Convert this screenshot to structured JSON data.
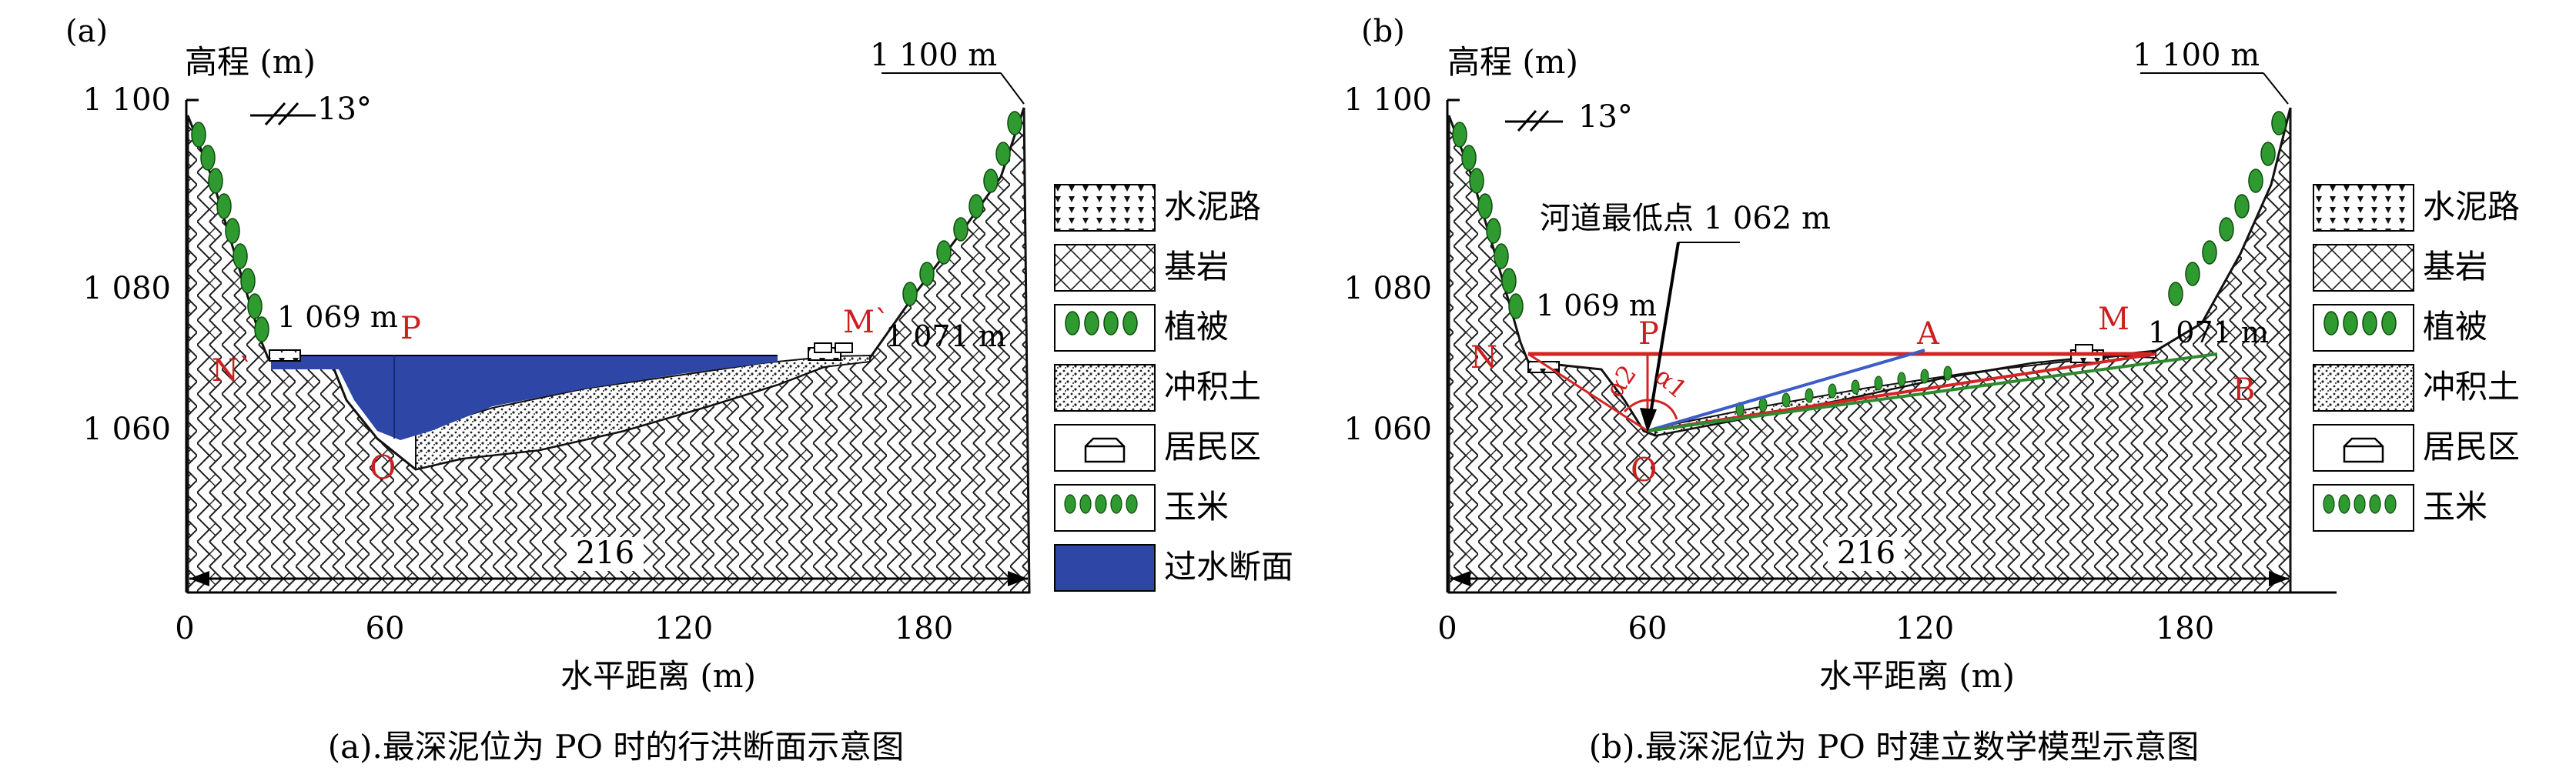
{
  "panels": [
    {
      "tag": "(a)",
      "y_axis_label": "高程 (m)",
      "y_ticks": [
        "1 100",
        "1 080",
        "1 060"
      ],
      "x_ticks": [
        "0",
        "60",
        "120",
        "180"
      ],
      "x_axis_label": "水平距离 (m)",
      "dip": "13°",
      "top_right_elev": "1 100 m",
      "left_bank_elev": "1 069 m",
      "right_bank_elev": "1 071 m",
      "width_label": "216",
      "points": {
        "N": "N`",
        "P": "P",
        "M": "M`",
        "O": "O"
      },
      "caption": "(a).最深泥位为 PO 时的行洪断面示意图",
      "legend": [
        "水泥路",
        "基岩",
        "植被",
        "冲积土",
        "居民区",
        "玉米",
        "过水断面"
      ]
    },
    {
      "tag": "(b)",
      "y_axis_label": "高程 (m)",
      "y_ticks": [
        "1 100",
        "1 080",
        "1 060"
      ],
      "x_ticks": [
        "0",
        "60",
        "120",
        "180"
      ],
      "x_axis_label": "水平距离 (m)",
      "dip": "13°",
      "top_right_elev": "1 100 m",
      "left_bank_elev": "1 069 m",
      "right_bank_elev": "1 071 m",
      "width_label": "216",
      "annotation": "河道最低点 1 062 m",
      "points": {
        "N": "N",
        "P": "P",
        "M": "M",
        "O": "O",
        "A": "A",
        "B": "B"
      },
      "angles": [
        "α2",
        "α1"
      ],
      "caption": "(b).最深泥位为 PO 时建立数学模型示意图",
      "legend": [
        "水泥路",
        "基岩",
        "植被",
        "冲积土",
        "居民区",
        "玉米"
      ]
    }
  ],
  "colors": {
    "water": "#2e46a6",
    "section_line": "#d42424",
    "blue_line": "#3c5cc8",
    "green_line": "#2f8a2f",
    "label_red": "#cc1f1f",
    "vegetation": "#2f9a2f"
  }
}
